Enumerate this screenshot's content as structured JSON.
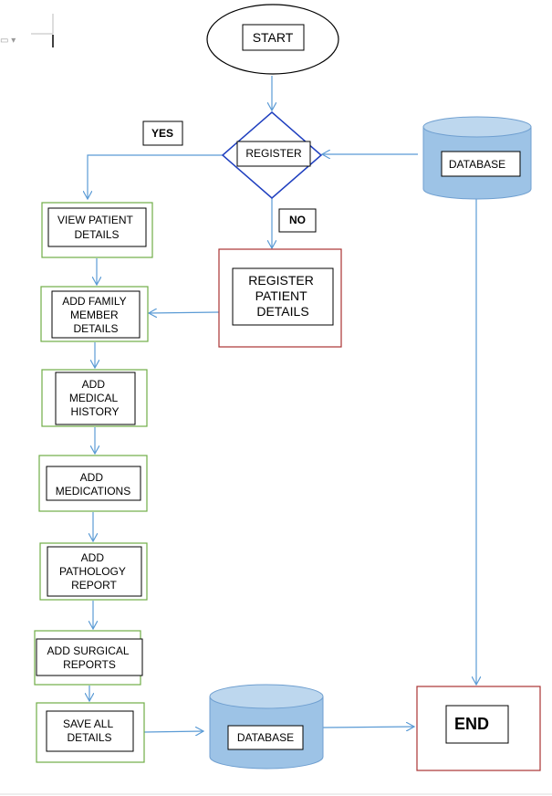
{
  "nodes": {
    "start": "START",
    "register": "REGISTER",
    "database_top": "DATABASE",
    "yes": "YES",
    "no": "NO",
    "view_patient": [
      "VIEW PATIENT",
      "DETAILS"
    ],
    "register_patient": [
      "REGISTER",
      "PATIENT",
      "DETAILS"
    ],
    "add_family": [
      "ADD FAMILY",
      "MEMBER",
      "DETAILS"
    ],
    "add_medical": [
      "ADD",
      "MEDICAL",
      "HISTORY"
    ],
    "add_medications": [
      "ADD",
      "MEDICATIONS"
    ],
    "add_pathology": [
      "ADD",
      "PATHOLOGY",
      "REPORT"
    ],
    "add_surgical": [
      "ADD SURGICAL",
      "REPORTS"
    ],
    "save_all": [
      "SAVE ALL",
      "DETAILS"
    ],
    "database_bottom": "DATABASE",
    "end": "END"
  },
  "colors": {
    "arrow": "#5b9bd5",
    "process_border": "#70ad47",
    "register_patient_border": "#a33333",
    "decision_border": "#1f3fbf",
    "database_fill": "#9dc3e6",
    "database_top": "#bdd7ee"
  }
}
